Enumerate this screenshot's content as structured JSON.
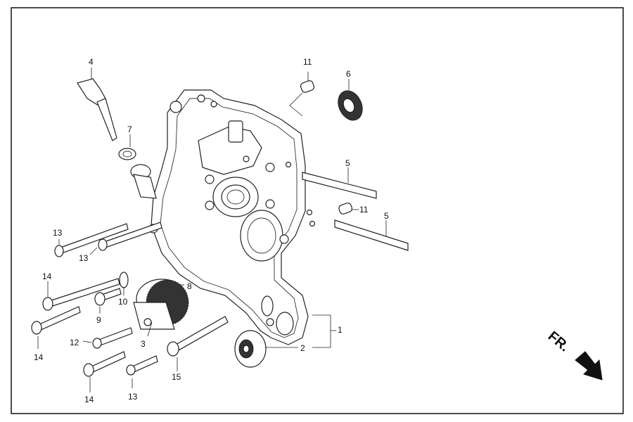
{
  "diagram": {
    "callouts": [
      "1",
      "2",
      "3",
      "4",
      "5",
      "5",
      "6",
      "7",
      "8",
      "9",
      "10",
      "11",
      "11",
      "12",
      "13",
      "13",
      "13",
      "14",
      "14",
      "14",
      "15"
    ],
    "direction_label": "FR."
  },
  "parts_present": [
    "crankcase-cover",
    "bearing",
    "gear",
    "temperature-sensor",
    "stud-bolt",
    "stud-bolt",
    "oil-seal",
    "washer",
    "gear-cover",
    "bolt",
    "washer",
    "dowel-pin",
    "dowel-pin",
    "bolt",
    "bolt",
    "bolt",
    "bolt",
    "bolt",
    "bolt",
    "bolt",
    "bolt"
  ]
}
